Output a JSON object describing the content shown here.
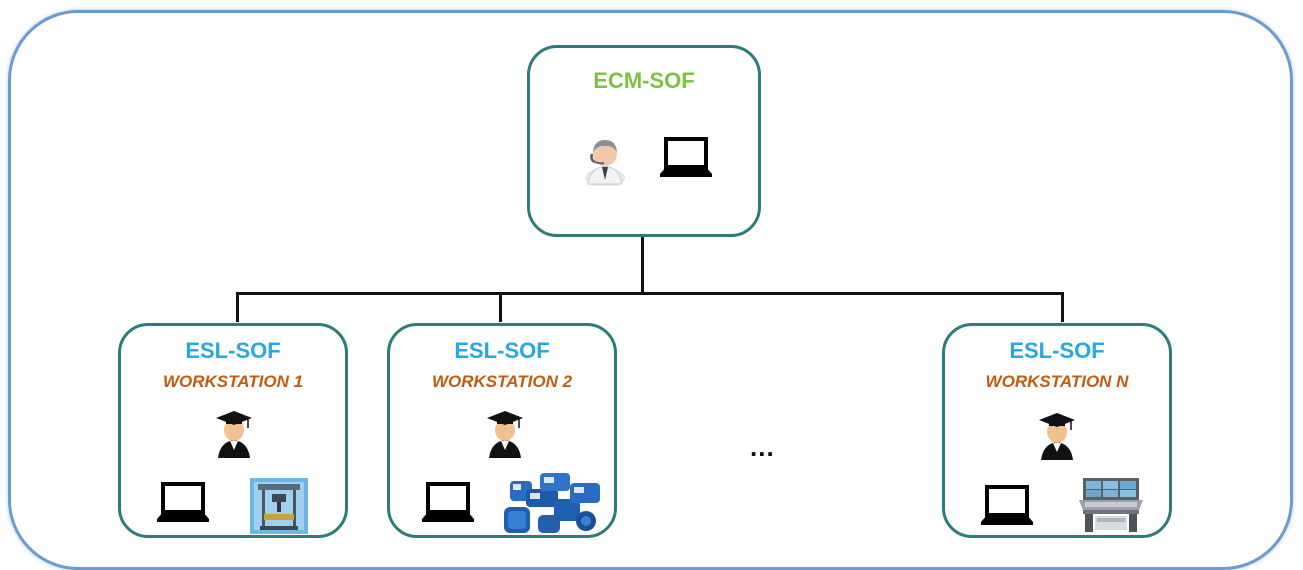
{
  "diagram": {
    "top_node": {
      "title": "ECM-SOF",
      "icons": [
        "manager-person-icon",
        "laptop-icon"
      ]
    },
    "workstations": [
      {
        "title": "ESL-SOF",
        "subtitle": "WORKSTATION 1",
        "icons": [
          "student-graduate-icon",
          "laptop-icon",
          "3d-printer-icon"
        ]
      },
      {
        "title": "ESL-SOF",
        "subtitle": "WORKSTATION 2",
        "icons": [
          "student-graduate-icon",
          "laptop-icon",
          "robot-arm-icon"
        ]
      },
      {
        "title": "ESL-SOF",
        "subtitle": "WORKSTATION N",
        "icons": [
          "student-graduate-icon",
          "laptop-icon",
          "control-console-icon"
        ]
      }
    ],
    "ellipsis": "..."
  },
  "colors": {
    "outer_border": "#6a9bd1",
    "box_border": "#2a7d7b",
    "ecm_title": "#7cc142",
    "esl_title": "#29a8e0",
    "workstation_label": "#c55a11",
    "connector": "#111111"
  }
}
